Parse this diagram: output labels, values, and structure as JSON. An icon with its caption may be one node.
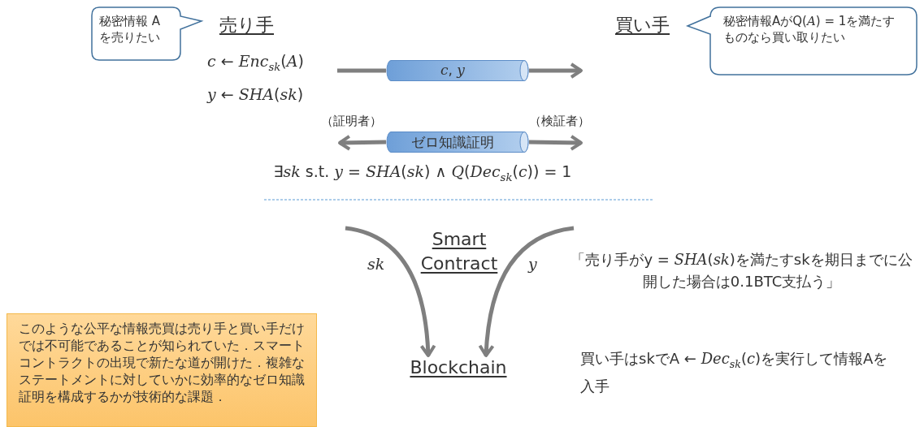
{
  "diagram": {
    "nodes": [
      {
        "text": [
          "秘密情報 Aを売りたい"
        ]
      },
      {
        "text": [
          "売り手",
          "*c* ← *Enc*$_{sk}$(*A*)",
          "*y* ← *SHA*(*sk*)"
        ]
      },
      {
        "text": [
          "*c*, *y*"
        ]
      },
      {
        "text": [
          "買い手"
        ]
      },
      {
        "text": [
          "秘密情報AがQ(*A*) = 1を満たすものなら買い取りたい"
        ]
      },
      {
        "text": [
          "ゼロ知識証明"
        ]
      },
      {
        "text": [
          "Smart Contract"
        ]
      },
      {
        "text": [
          "Blockchain"
        ]
      },
      {
        "text": [
          "このような公平な情報売買は売り手と買い手だけでは不可能であることが知られていた．スマートコントラクトの出現で新たな道が開けた．複雑なステートメントに対していかに効率的なゼロ知識証明を構成するかが技術的な課題．"
        ]
      },
      {
        "text": [
          "（証明者）"
        ]
      },
      {
        "text": [
          "（検証者）"
        ]
      }
    ],
    "edges": [
      {
        "from": 1,
        "to": 2,
        "arrow": "none"
      },
      {
        "from": 2,
        "to": null,
        "arrow": "to"
      },
      {
        "from": 5,
        "to": 9,
        "arrow": "to"
      },
      {
        "from": 5,
        "to": 10,
        "arrow": "to"
      },
      {
        "from": null,
        "to": 7,
        "arrow": "to",
        "label": "sk"
      },
      {
        "from": null,
        "to": 7,
        "arrow": "to",
        "label": "y"
      }
    ],
    "labels": [
      "∃*sk* s.t. *y* = *SHA*(*sk*) ∧ *Q*(*Dec*$_{sk}$(*c*)) = 1",
      "「売り手がy = *SHA*(*sk*)を満たすskを期日までに公開した場合は0.1BTC支払う」",
      "買い手はskでA ← *Dec*$_{sk}$(*c*)を実行して情報Aを入手"
    ]
  }
}
